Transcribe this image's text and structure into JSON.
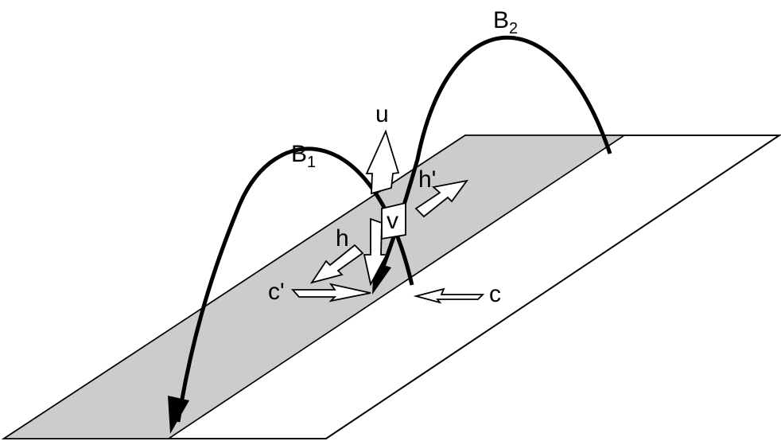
{
  "labels": {
    "b1_base": "B",
    "b1_sub": "1",
    "b2_base": "B",
    "b2_sub": "2",
    "u": "u",
    "v": "v",
    "h": "h",
    "h_prime": "h'",
    "c": "c",
    "c_prime": "c'"
  },
  "colors": {
    "stroke": "#000000",
    "band_fill": "#cccccc",
    "arrow_fill": "#ffffff",
    "background": "#ffffff"
  }
}
